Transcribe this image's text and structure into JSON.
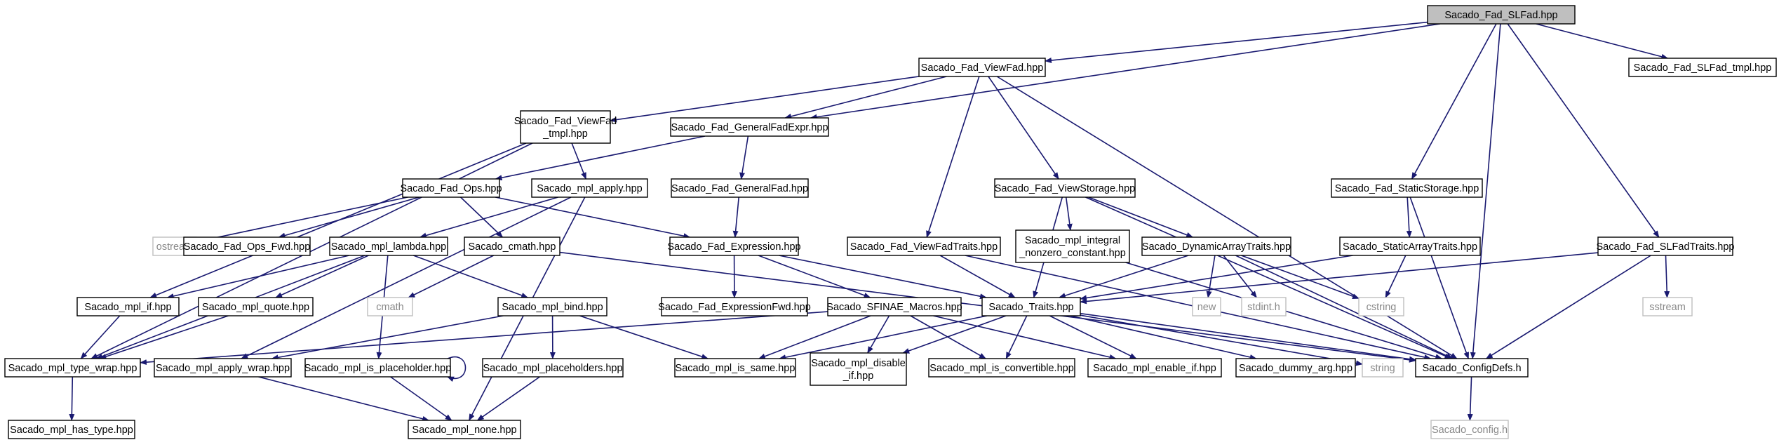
{
  "diagram": {
    "edge_color": "#191970",
    "root_fill": "#bfbfbf",
    "system_header_border": "#bfbfbf",
    "nodes": [
      {
        "id": "slfad",
        "lines": [
          "Sacado_Fad_SLFad.hpp"
        ],
        "root": true
      },
      {
        "id": "viewfad",
        "lines": [
          "Sacado_Fad_ViewFad.hpp"
        ]
      },
      {
        "id": "slfad_tmpl",
        "lines": [
          "Sacado_Fad_SLFad_tmpl.hpp"
        ]
      },
      {
        "id": "viewfad_tmpl",
        "lines": [
          "Sacado_Fad_ViewFad",
          "_tmpl.hpp"
        ]
      },
      {
        "id": "generalfadexpr",
        "lines": [
          "Sacado_Fad_GeneralFadExpr.hpp"
        ]
      },
      {
        "id": "fad_ops",
        "lines": [
          "Sacado_Fad_Ops.hpp"
        ]
      },
      {
        "id": "mpl_apply",
        "lines": [
          "Sacado_mpl_apply.hpp"
        ]
      },
      {
        "id": "generalfad",
        "lines": [
          "Sacado_Fad_GeneralFad.hpp"
        ]
      },
      {
        "id": "viewstorage",
        "lines": [
          "Sacado_Fad_ViewStorage.hpp"
        ]
      },
      {
        "id": "staticstorage",
        "lines": [
          "Sacado_Fad_StaticStorage.hpp"
        ]
      },
      {
        "id": "ostream",
        "lines": [
          "ostream"
        ],
        "system": true
      },
      {
        "id": "fad_ops_fwd",
        "lines": [
          "Sacado_Fad_Ops_Fwd.hpp"
        ]
      },
      {
        "id": "mpl_lambda",
        "lines": [
          "Sacado_mpl_lambda.hpp"
        ]
      },
      {
        "id": "cmath_hpp",
        "lines": [
          "Sacado_cmath.hpp"
        ]
      },
      {
        "id": "fad_expression",
        "lines": [
          "Sacado_Fad_Expression.hpp"
        ]
      },
      {
        "id": "viewfadtraits",
        "lines": [
          "Sacado_Fad_ViewFadTraits.hpp"
        ]
      },
      {
        "id": "mpl_integral",
        "lines": [
          "Sacado_mpl_integral",
          "_nonzero_constant.hpp"
        ]
      },
      {
        "id": "dynarraytraits",
        "lines": [
          "Sacado_DynamicArrayTraits.hpp"
        ]
      },
      {
        "id": "staticarraytraits",
        "lines": [
          "Sacado_StaticArrayTraits.hpp"
        ]
      },
      {
        "id": "slfadtraits",
        "lines": [
          "Sacado_Fad_SLFadTraits.hpp"
        ]
      },
      {
        "id": "mpl_if",
        "lines": [
          "Sacado_mpl_if.hpp"
        ]
      },
      {
        "id": "mpl_quote",
        "lines": [
          "Sacado_mpl_quote.hpp"
        ]
      },
      {
        "id": "cmath",
        "lines": [
          "cmath"
        ],
        "system": true
      },
      {
        "id": "mpl_bind",
        "lines": [
          "Sacado_mpl_bind.hpp"
        ]
      },
      {
        "id": "fad_exprfwd",
        "lines": [
          "Sacado_Fad_ExpressionFwd.hpp"
        ]
      },
      {
        "id": "sfinae",
        "lines": [
          "Sacado_SFINAE_Macros.hpp"
        ]
      },
      {
        "id": "traits",
        "lines": [
          "Sacado_Traits.hpp"
        ]
      },
      {
        "id": "new",
        "lines": [
          "new"
        ],
        "system": true
      },
      {
        "id": "stdint",
        "lines": [
          "stdint.h"
        ],
        "system": true
      },
      {
        "id": "cstring",
        "lines": [
          "cstring"
        ],
        "system": true
      },
      {
        "id": "sstream",
        "lines": [
          "sstream"
        ],
        "system": true
      },
      {
        "id": "mpl_type_wrap",
        "lines": [
          "Sacado_mpl_type_wrap.hpp"
        ]
      },
      {
        "id": "mpl_apply_wrap",
        "lines": [
          "Sacado_mpl_apply_wrap.hpp"
        ]
      },
      {
        "id": "mpl_is_placeholder",
        "lines": [
          "Sacado_mpl_is_placeholder.hpp"
        ]
      },
      {
        "id": "mpl_placeholders",
        "lines": [
          "Sacado_mpl_placeholders.hpp"
        ]
      },
      {
        "id": "mpl_is_same",
        "lines": [
          "Sacado_mpl_is_same.hpp"
        ]
      },
      {
        "id": "mpl_disable_if",
        "lines": [
          "Sacado_mpl_disable",
          "_if.hpp"
        ]
      },
      {
        "id": "mpl_is_convertible",
        "lines": [
          "Sacado_mpl_is_convertible.hpp"
        ]
      },
      {
        "id": "mpl_enable_if",
        "lines": [
          "Sacado_mpl_enable_if.hpp"
        ]
      },
      {
        "id": "dummy_arg",
        "lines": [
          "Sacado_dummy_arg.hpp"
        ]
      },
      {
        "id": "string",
        "lines": [
          "string"
        ],
        "system": true
      },
      {
        "id": "configdefs",
        "lines": [
          "Sacado_ConfigDefs.h"
        ]
      },
      {
        "id": "mpl_has_type",
        "lines": [
          "Sacado_mpl_has_type.hpp"
        ]
      },
      {
        "id": "mpl_none",
        "lines": [
          "Sacado_mpl_none.hpp"
        ]
      },
      {
        "id": "sacado_config",
        "lines": [
          "Sacado_config.h"
        ],
        "system": true
      }
    ],
    "edges": [
      [
        "slfad",
        "viewfad"
      ],
      [
        "slfad",
        "generalfadexpr"
      ],
      [
        "slfad",
        "slfad_tmpl"
      ],
      [
        "slfad",
        "configdefs"
      ],
      [
        "slfad",
        "staticstorage"
      ],
      [
        "slfad",
        "slfadtraits"
      ],
      [
        "viewfad",
        "viewfad_tmpl"
      ],
      [
        "viewfad",
        "generalfadexpr"
      ],
      [
        "viewfad",
        "viewstorage"
      ],
      [
        "viewfad",
        "viewfadtraits"
      ],
      [
        "viewfad",
        "configdefs"
      ],
      [
        "viewfad_tmpl",
        "mpl_apply"
      ],
      [
        "viewfad_tmpl",
        "mpl_type_wrap"
      ],
      [
        "viewfad_tmpl",
        "mpl_if"
      ],
      [
        "generalfadexpr",
        "fad_ops"
      ],
      [
        "generalfadexpr",
        "generalfad"
      ],
      [
        "generalfad",
        "fad_expression"
      ],
      [
        "fad_ops",
        "ostream"
      ],
      [
        "fad_ops",
        "fad_ops_fwd"
      ],
      [
        "fad_ops",
        "cmath_hpp"
      ],
      [
        "fad_ops",
        "fad_expression"
      ],
      [
        "mpl_apply",
        "mpl_lambda"
      ],
      [
        "mpl_apply",
        "mpl_apply_wrap"
      ],
      [
        "mpl_apply",
        "mpl_none"
      ],
      [
        "mpl_lambda",
        "mpl_if"
      ],
      [
        "mpl_lambda",
        "mpl_quote"
      ],
      [
        "mpl_lambda",
        "mpl_type_wrap"
      ],
      [
        "mpl_lambda",
        "mpl_is_placeholder"
      ],
      [
        "mpl_lambda",
        "mpl_bind"
      ],
      [
        "cmath_hpp",
        "cmath"
      ],
      [
        "cmath_hpp",
        "configdefs"
      ],
      [
        "fad_expression",
        "fad_exprfwd"
      ],
      [
        "fad_expression",
        "sfinae"
      ],
      [
        "fad_expression",
        "traits"
      ],
      [
        "viewstorage",
        "mpl_integral"
      ],
      [
        "viewstorage",
        "dynarraytraits"
      ],
      [
        "viewstorage",
        "traits"
      ],
      [
        "viewstorage",
        "configdefs"
      ],
      [
        "viewfadtraits",
        "traits"
      ],
      [
        "viewfadtraits",
        "configdefs"
      ],
      [
        "mpl_integral",
        "configdefs"
      ],
      [
        "dynarraytraits",
        "new"
      ],
      [
        "dynarraytraits",
        "stdint"
      ],
      [
        "dynarraytraits",
        "cstring"
      ],
      [
        "dynarraytraits",
        "traits"
      ],
      [
        "dynarraytraits",
        "configdefs"
      ],
      [
        "staticstorage",
        "staticarraytraits"
      ],
      [
        "staticstorage",
        "configdefs"
      ],
      [
        "staticarraytraits",
        "cstring"
      ],
      [
        "staticarraytraits",
        "traits"
      ],
      [
        "slfadtraits",
        "sstream"
      ],
      [
        "slfadtraits",
        "traits"
      ],
      [
        "slfadtraits",
        "configdefs"
      ],
      [
        "mpl_if",
        "mpl_type_wrap"
      ],
      [
        "mpl_quote",
        "mpl_type_wrap"
      ],
      [
        "mpl_bind",
        "mpl_apply_wrap"
      ],
      [
        "mpl_bind",
        "mpl_placeholders"
      ],
      [
        "mpl_bind",
        "mpl_is_same"
      ],
      [
        "sfinae",
        "mpl_type_wrap"
      ],
      [
        "sfinae",
        "mpl_is_same"
      ],
      [
        "sfinae",
        "mpl_disable_if"
      ],
      [
        "sfinae",
        "mpl_is_convertible"
      ],
      [
        "sfinae",
        "mpl_enable_if"
      ],
      [
        "traits",
        "mpl_is_same"
      ],
      [
        "traits",
        "mpl_disable_if"
      ],
      [
        "traits",
        "mpl_is_convertible"
      ],
      [
        "traits",
        "mpl_enable_if"
      ],
      [
        "traits",
        "dummy_arg"
      ],
      [
        "traits",
        "string"
      ],
      [
        "traits",
        "configdefs"
      ],
      [
        "mpl_type_wrap",
        "mpl_has_type"
      ],
      [
        "mpl_apply_wrap",
        "mpl_none"
      ],
      [
        "mpl_is_placeholder",
        "mpl_is_placeholder"
      ],
      [
        "mpl_is_placeholder",
        "mpl_none"
      ],
      [
        "mpl_placeholders",
        "mpl_none"
      ],
      [
        "configdefs",
        "sacado_config"
      ]
    ]
  }
}
